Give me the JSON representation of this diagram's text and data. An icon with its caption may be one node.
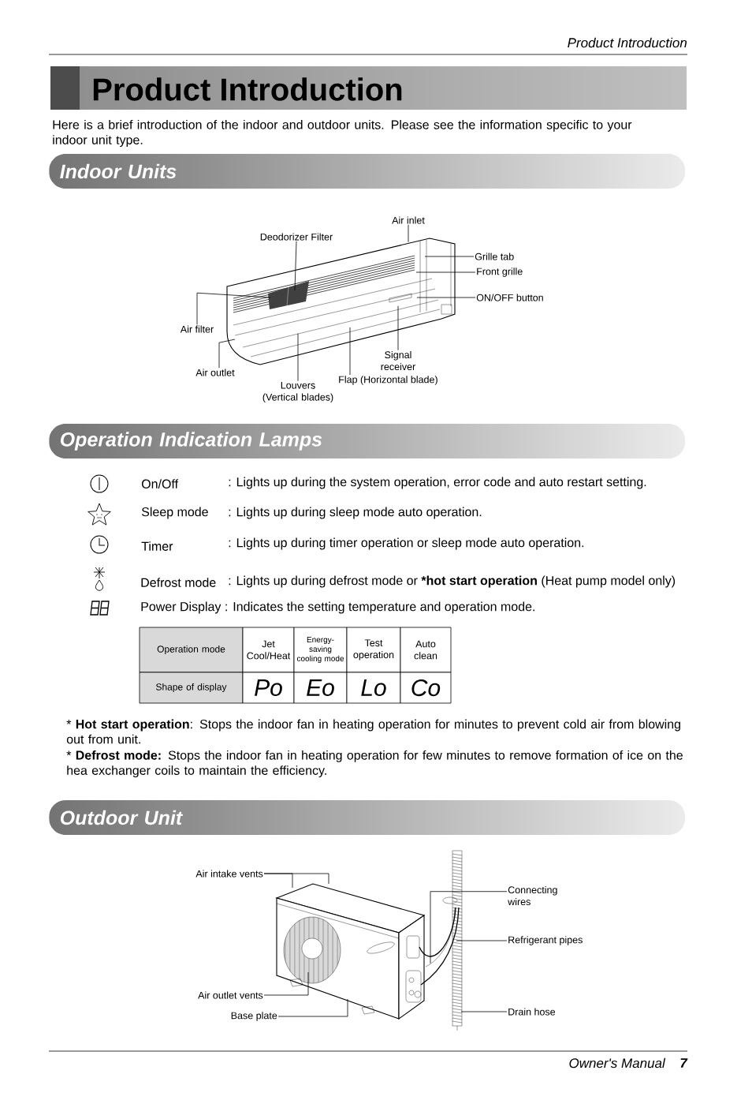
{
  "diagram": {
    "title": "Product Introduction",
    "nodes": [
      {
        "text": [
          "Indoor Units"
        ]
      },
      {
        "text": [
          "Operation Indication Lamps"
        ]
      },
      {
        "text": [
          "Outdoor Unit"
        ]
      },
      {
        "text": [
          "Air inlet"
        ]
      },
      {
        "text": [
          "Deodorizer Filter"
        ]
      },
      {
        "text": [
          "Grille tab"
        ]
      },
      {
        "text": [
          "Front grille"
        ]
      },
      {
        "text": [
          "ON/OFF button"
        ]
      },
      {
        "text": [
          "Air filter"
        ]
      },
      {
        "text": [
          "Air outlet"
        ]
      },
      {
        "text": [
          "Louvers (Vertical blades)"
        ]
      },
      {
        "text": [
          "Flap (Horizontal blade)"
        ]
      },
      {
        "text": [
          "Signal receiver"
        ]
      },
      {
        "text": [
          "Air intake vents"
        ]
      },
      {
        "text": [
          "Connecting wires"
        ]
      },
      {
        "text": [
          "Refrigerant pipes"
        ]
      },
      {
        "text": [
          "Air outlet vents"
        ]
      },
      {
        "text": [
          "Base plate"
        ]
      },
      {
        "text": [
          "Drain hose"
        ]
      },
      {
        "text": [],
        "shape": "picture"
      },
      {
        "text": [],
        "shape": "picture"
      }
    ],
    "edges": [
      {
        "from": 3,
        "to": 19,
        "arrow": "none"
      },
      {
        "from": 4,
        "to": 19,
        "arrow": "none"
      },
      {
        "from": 5,
        "to": 19,
        "arrow": "none"
      },
      {
        "from": 6,
        "to": 19,
        "arrow": "none"
      },
      {
        "from": 7,
        "to": 19,
        "arrow": "none"
      },
      {
        "from": 8,
        "to": 19,
        "arrow": "none"
      },
      {
        "from": 9,
        "to": 19,
        "arrow": "none"
      },
      {
        "from": 10,
        "to": 19,
        "arrow": "none"
      },
      {
        "from": 11,
        "to": 19,
        "arrow": "none"
      },
      {
        "from": 12,
        "to": 19,
        "arrow": "none"
      },
      {
        "from": 13,
        "to": 20,
        "arrow": "none"
      },
      {
        "from": 13,
        "to": 20,
        "arrow": "none"
      },
      {
        "from": 14,
        "to": 20,
        "arrow": "none"
      },
      {
        "from": 15,
        "to": 20,
        "arrow": "none"
      },
      {
        "from": 16,
        "to": 20,
        "arrow": "none"
      },
      {
        "from": 17,
        "to": 20,
        "arrow": "none"
      },
      {
        "from": 18,
        "to": 20,
        "arrow": "none"
      }
    ],
    "labels": [
      "Product Introduction",
      "Here is a brief introduction of the indoor and outdoor units. Please see the information specific to your indoor unit type.",
      "On/Off",
      ": Lights up during the system operation, error code and auto restart setting.",
      "Sleep mode",
      ": Lights up during sleep mode auto operation.",
      "Timer",
      ": Lights up during timer operation or sleep mode auto operation.",
      "Defrost mode",
      ": Lights up during defrost mode or ***hot start operation** (Heat pump model only)",
      "Power Display : Indicates the setting temperature and operation mode.",
      "Operation mode",
      "Jet Cool/Heat",
      "Energy-saving cooling mode",
      "Test operation",
      "Auto clean",
      "Shape of display",
      "Po",
      "Eo",
      "Lo",
      "Co",
      "* **Hot start operation**: Stops the indoor fan in heating operation for minutes to prevent cold air from blowing out from unit.",
      "* **Defrost mode:** Stops the indoor fan in heating operation for few minutes to remove formation of ice on the hea exchanger coils to maintain the efficiency.",
      "Owner's Manual",
      "7"
    ]
  }
}
